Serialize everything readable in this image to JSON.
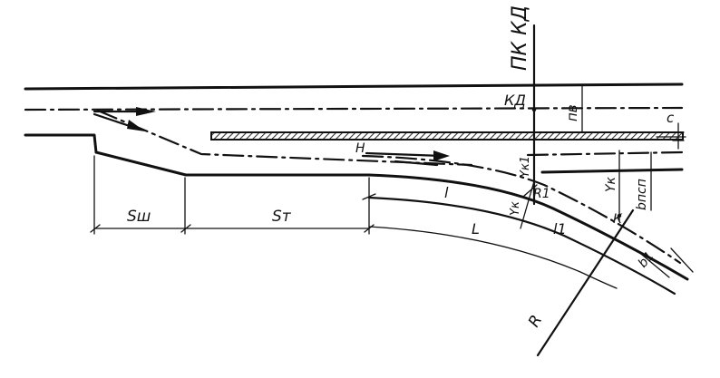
{
  "labels": {
    "pk_kd": "ПК КД",
    "kd": "КД",
    "pv": "пв",
    "c": "с",
    "n": "Н",
    "yk1_top": "Yк1",
    "b_psp": "bпсп",
    "yk_right": "Yк",
    "r1": "R1",
    "l_small": "l",
    "yk_mid": "Yк",
    "k": "К",
    "l1": "l1",
    "L": "L",
    "b1": "b1",
    "s_sh": "Sш",
    "s_t": "Sт",
    "r": "R"
  },
  "colors": {
    "ink": "#111111",
    "hatch_fill": "#555555"
  }
}
